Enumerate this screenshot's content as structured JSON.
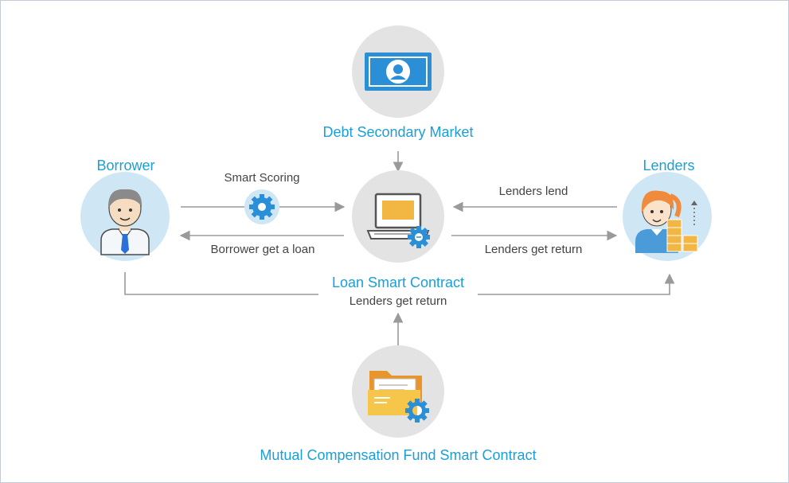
{
  "nodes": {
    "debt_market": {
      "label": "Debt Secondary Market",
      "icon": "banknote-icon"
    },
    "borrower": {
      "label": "Borrower",
      "icon": "businessman-icon"
    },
    "lenders": {
      "label": "Lenders",
      "icon": "woman-coins-icon"
    },
    "loan_contract": {
      "label": "Loan Smart Contract",
      "icon": "laptop-gear-icon"
    },
    "mutual_fund": {
      "label": "Mutual Compensation Fund Smart Contract",
      "icon": "folder-gear-icon"
    }
  },
  "edges": {
    "smart_scoring": "Smart Scoring",
    "borrower_loan": "Borrower get a loan",
    "lenders_lend": "Lenders lend",
    "lenders_return": "Lenders get return",
    "bottom_return": "Lenders get return"
  },
  "colors": {
    "accent": "#1a9fd8",
    "node_bg": "#e3e3e3",
    "person_bg": "#cfe7f4",
    "arrow": "#9a9a9a",
    "gear": "#2b8fd8",
    "coin": "#f2b642"
  }
}
